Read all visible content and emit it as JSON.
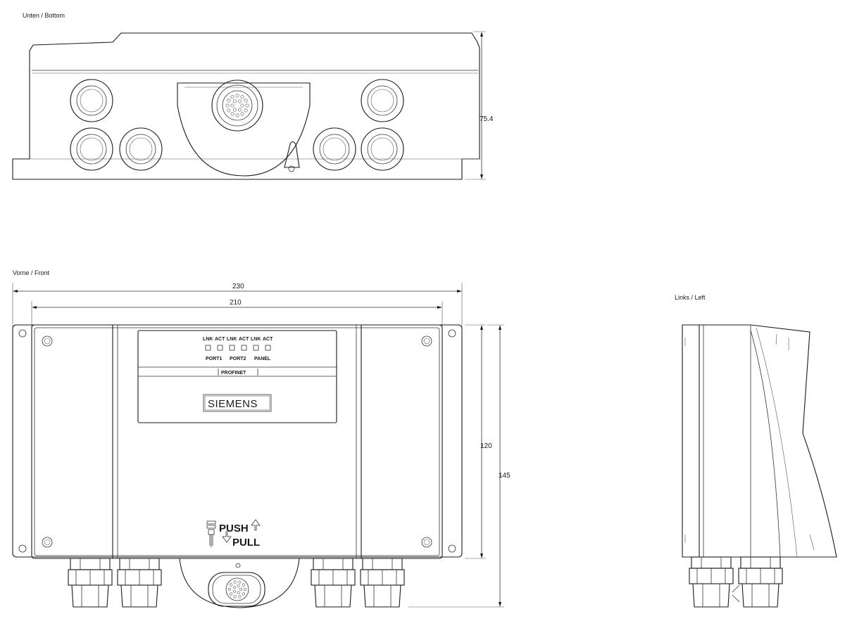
{
  "views": {
    "bottom": {
      "label": "Unten / Bottom"
    },
    "front": {
      "label": "Vorne / Front"
    },
    "left": {
      "label": "Links / Left"
    }
  },
  "dimensions": {
    "height_bottom": "75.4",
    "overall_width": "230",
    "inner_width": "210",
    "body_height": "120",
    "overall_height": "145"
  },
  "panel": {
    "led_labels": [
      "LNK",
      "ACT",
      "LNK",
      "ACT",
      "LNK",
      "ACT"
    ],
    "port_labels": [
      "PORT1",
      "PORT2",
      "PANEL"
    ],
    "network_label": "PROFINET",
    "brand": "SIEMENS",
    "push_label": "PUSH",
    "pull_label": "PULL"
  }
}
